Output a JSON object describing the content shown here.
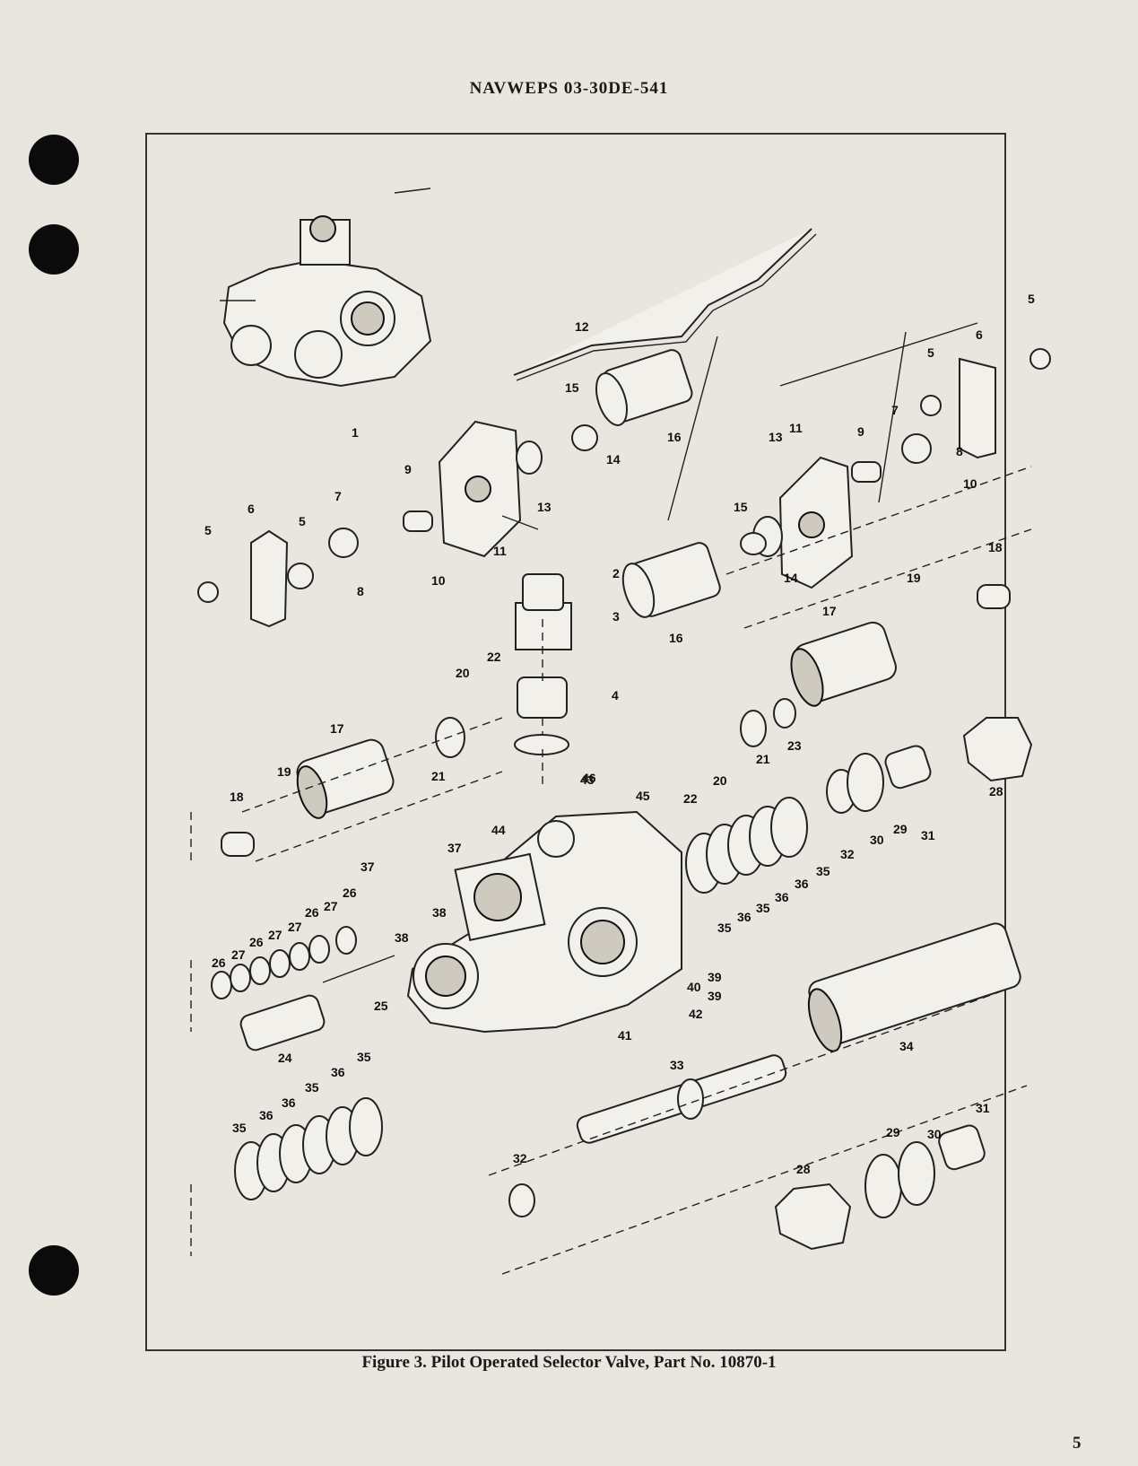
{
  "document": {
    "header": "NAVWEPS 03-30DE-541",
    "caption": "Figure 3.  Pilot Operated Selector Valve, Part No. 10870-1",
    "page_number": "5"
  },
  "callouts": [
    "1",
    "2",
    "3",
    "4",
    "5",
    "6",
    "7",
    "8",
    "9",
    "10",
    "11",
    "12",
    "13",
    "14",
    "15",
    "16",
    "17",
    "18",
    "19",
    "20",
    "21",
    "22",
    "23",
    "24",
    "25",
    "26",
    "27",
    "28",
    "29",
    "30",
    "31",
    "32",
    "33",
    "34",
    "35",
    "36",
    "37",
    "38",
    "39",
    "40",
    "41",
    "42",
    "43",
    "44",
    "45",
    "46"
  ]
}
